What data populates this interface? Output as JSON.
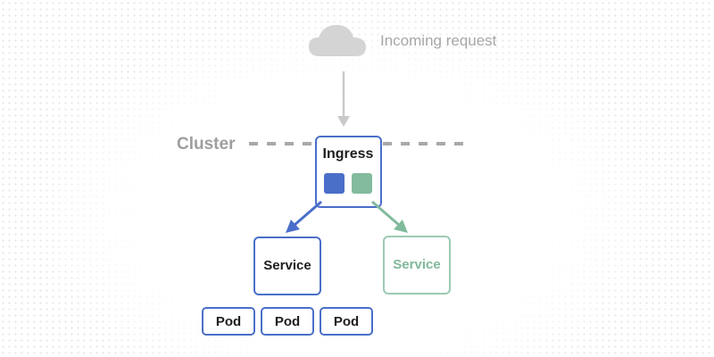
{
  "diagram": {
    "incoming_label": "Incoming request",
    "cluster_label": "Cluster",
    "ingress_label": "Ingress",
    "service_blue_label": "Service",
    "service_green_label": "Service",
    "pods": [
      "Pod",
      "Pod",
      "Pod"
    ]
  },
  "colors": {
    "blue": "#4a6fc9",
    "green": "#82bb9e",
    "gray": "#c7c7c7",
    "dark_text": "#1e1e1e"
  },
  "icons": {
    "cloud": "cloud-icon"
  }
}
